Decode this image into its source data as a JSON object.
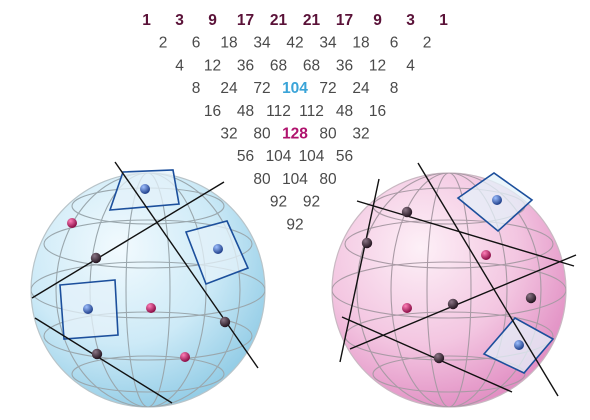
{
  "triangle": {
    "rows": [
      [
        "1",
        "3",
        "9",
        "17",
        "21",
        "21",
        "17",
        "9",
        "3",
        "1"
      ],
      [
        "2",
        "6",
        "18",
        "34",
        "42",
        "34",
        "18",
        "6",
        "2"
      ],
      [
        "4",
        "12",
        "36",
        "68",
        "68",
        "36",
        "12",
        "4"
      ],
      [
        "8",
        "24",
        "72",
        "104",
        "72",
        "24",
        "8"
      ],
      [
        "16",
        "48",
        "112",
        "112",
        "48",
        "16"
      ],
      [
        "32",
        "80",
        "128",
        "80",
        "32"
      ],
      [
        "56",
        "104",
        "104",
        "56"
      ],
      [
        "80",
        "104",
        "80"
      ],
      [
        "92",
        "92"
      ],
      [
        "92"
      ]
    ],
    "bold_row": 0,
    "highlights": [
      {
        "row": 3,
        "col": 3,
        "color": "#3aa4d8"
      },
      {
        "row": 5,
        "col": 2,
        "color": "#b0136e"
      }
    ]
  },
  "spheres": [
    {
      "id": "blue-sphere",
      "fill_light": "#e3f3fb",
      "fill_dark": "#9fd3ea",
      "grid_color": "#9aa7ad"
    },
    {
      "id": "pink-sphere",
      "fill_light": "#fbe3f0",
      "fill_dark": "#e79ccb",
      "grid_color": "#a99aa5"
    }
  ],
  "colors": {
    "plane_stroke": "#1c4f9c",
    "plane_fill": "#dcecf7",
    "line": "#111111",
    "point_dark": "#3b2a36",
    "point_blue": "#2f5fb0",
    "point_magenta": "#c2185b"
  }
}
